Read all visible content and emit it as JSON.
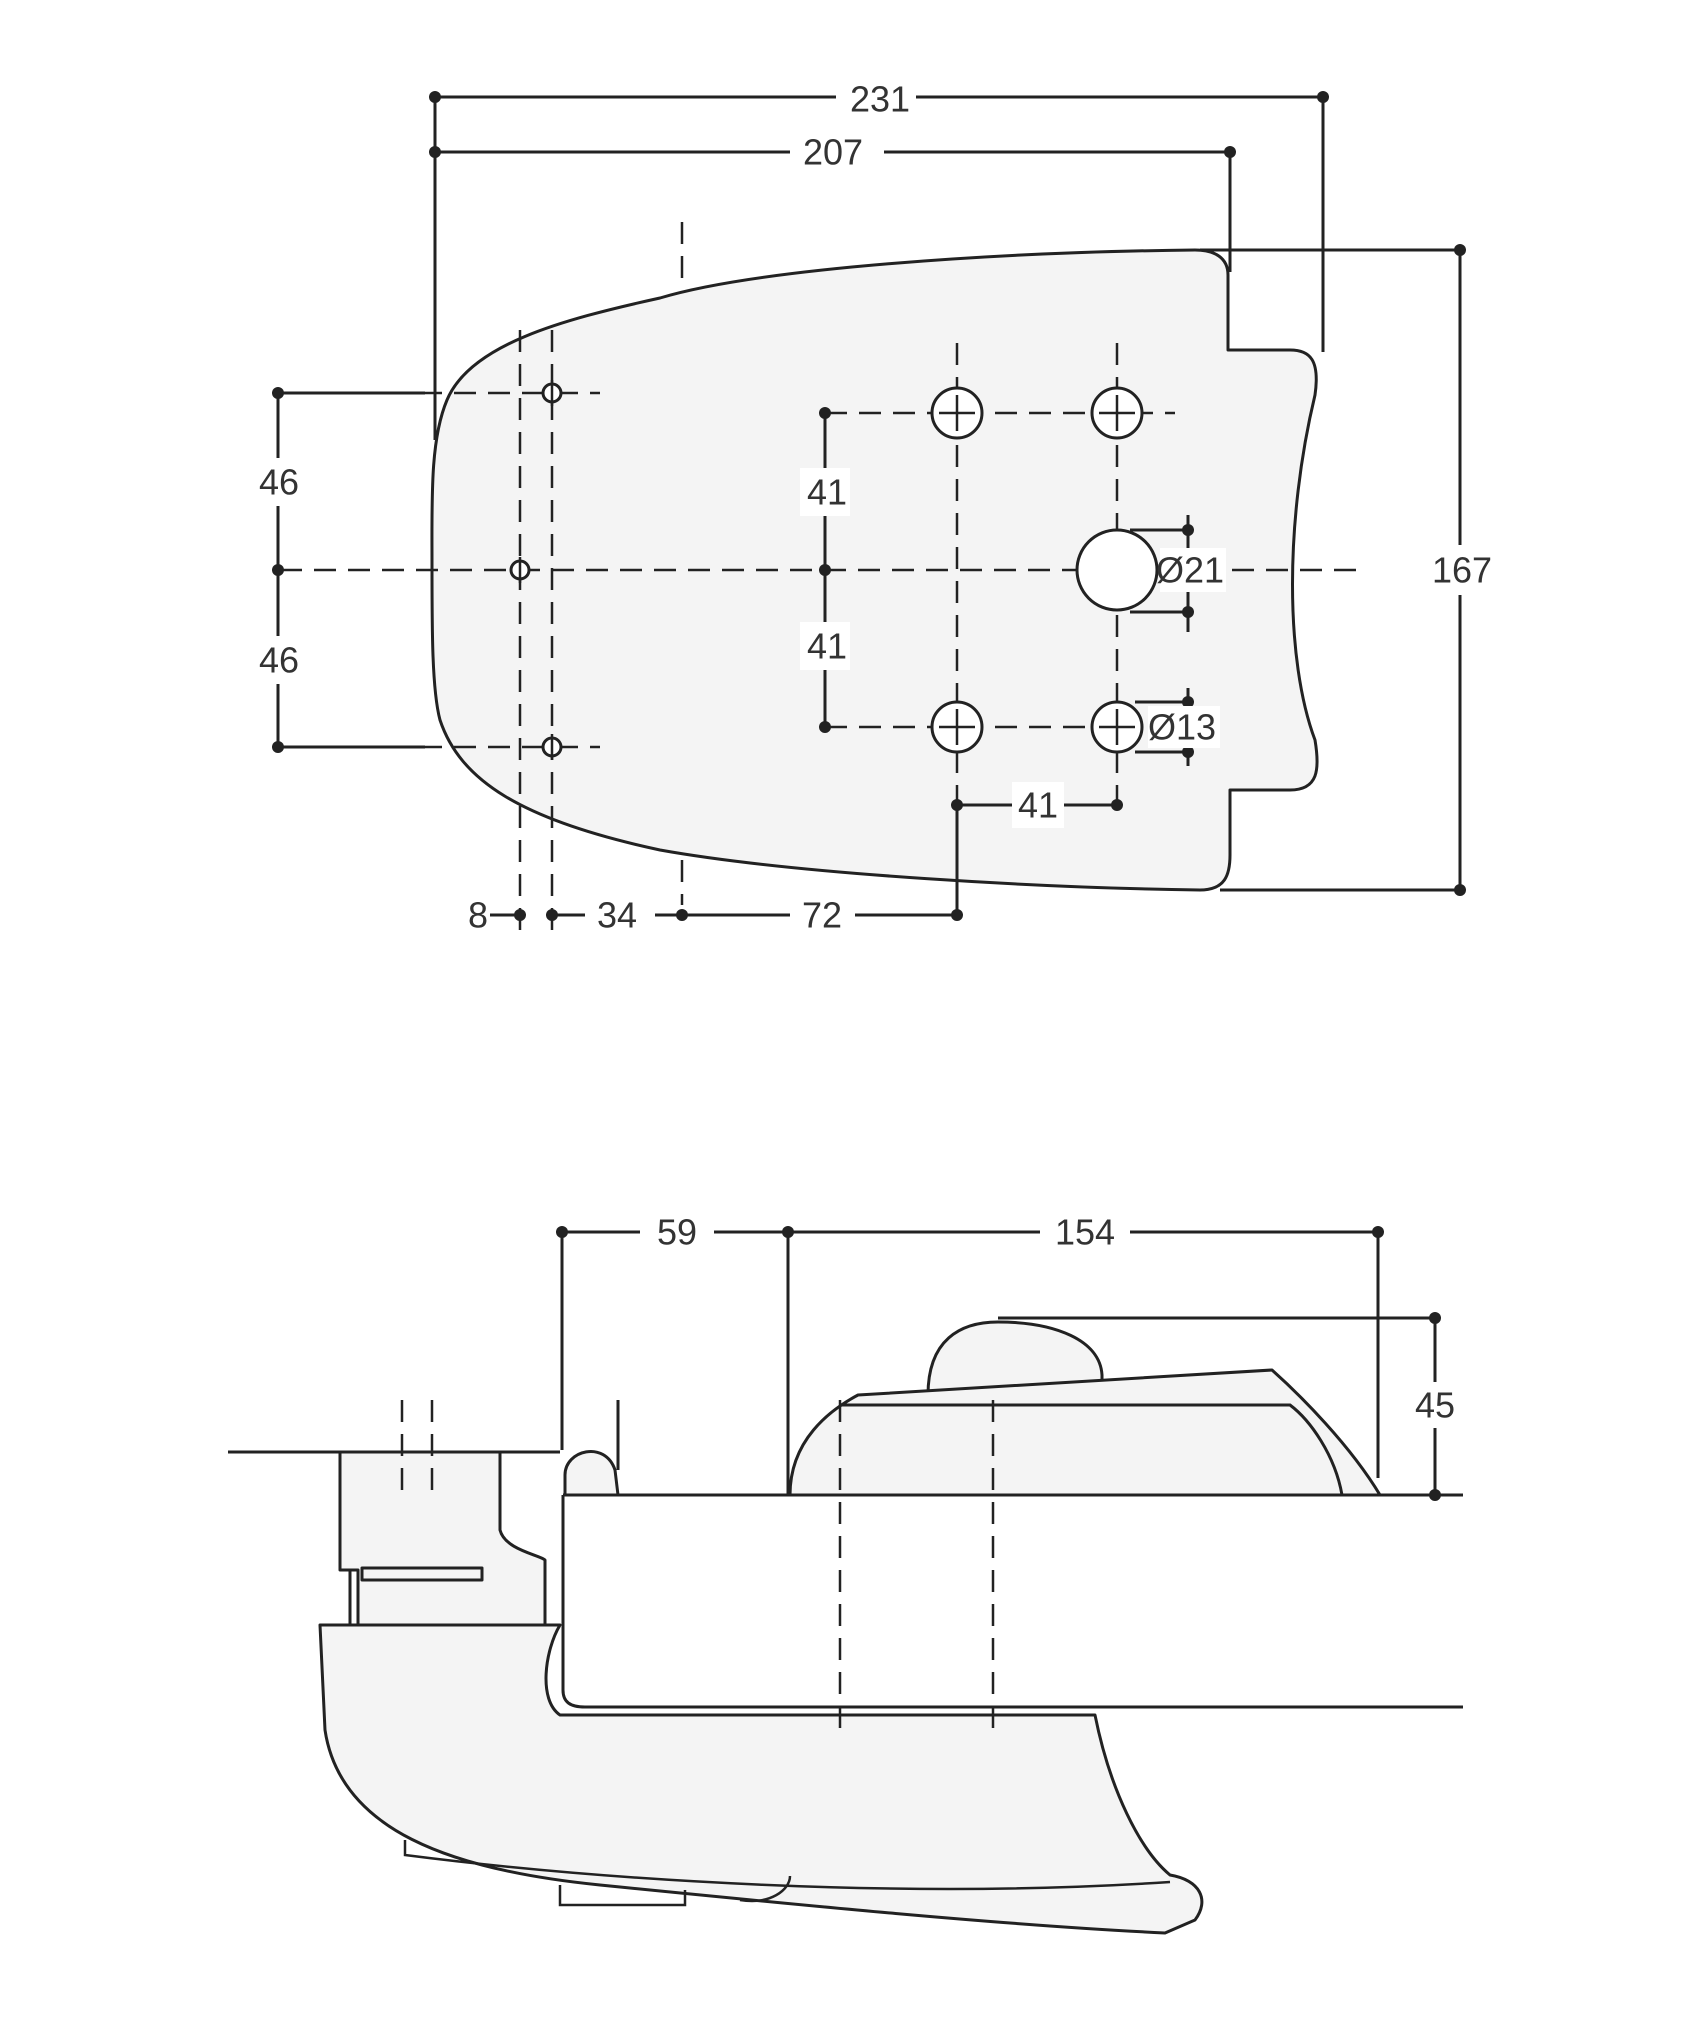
{
  "top_view": {
    "dim_overall_width": "231",
    "dim_inner_width": "207",
    "dim_overall_height": "167",
    "dim_upper_offset": "46",
    "dim_lower_offset": "46",
    "dim_hole_pitch_upper": "41",
    "dim_hole_pitch_lower": "41",
    "dim_hole_pitch_horizontal": "41",
    "dim_large_hole": "Ø21",
    "dim_small_hole": "Ø13",
    "dim_bottom_8": "8",
    "dim_bottom_34": "34",
    "dim_bottom_72": "72"
  },
  "side_view": {
    "dim_59": "59",
    "dim_154": "154",
    "dim_45": "45"
  },
  "colors": {
    "line": "#222222",
    "part_fill": "#f4f4f4",
    "text": "#333333"
  }
}
